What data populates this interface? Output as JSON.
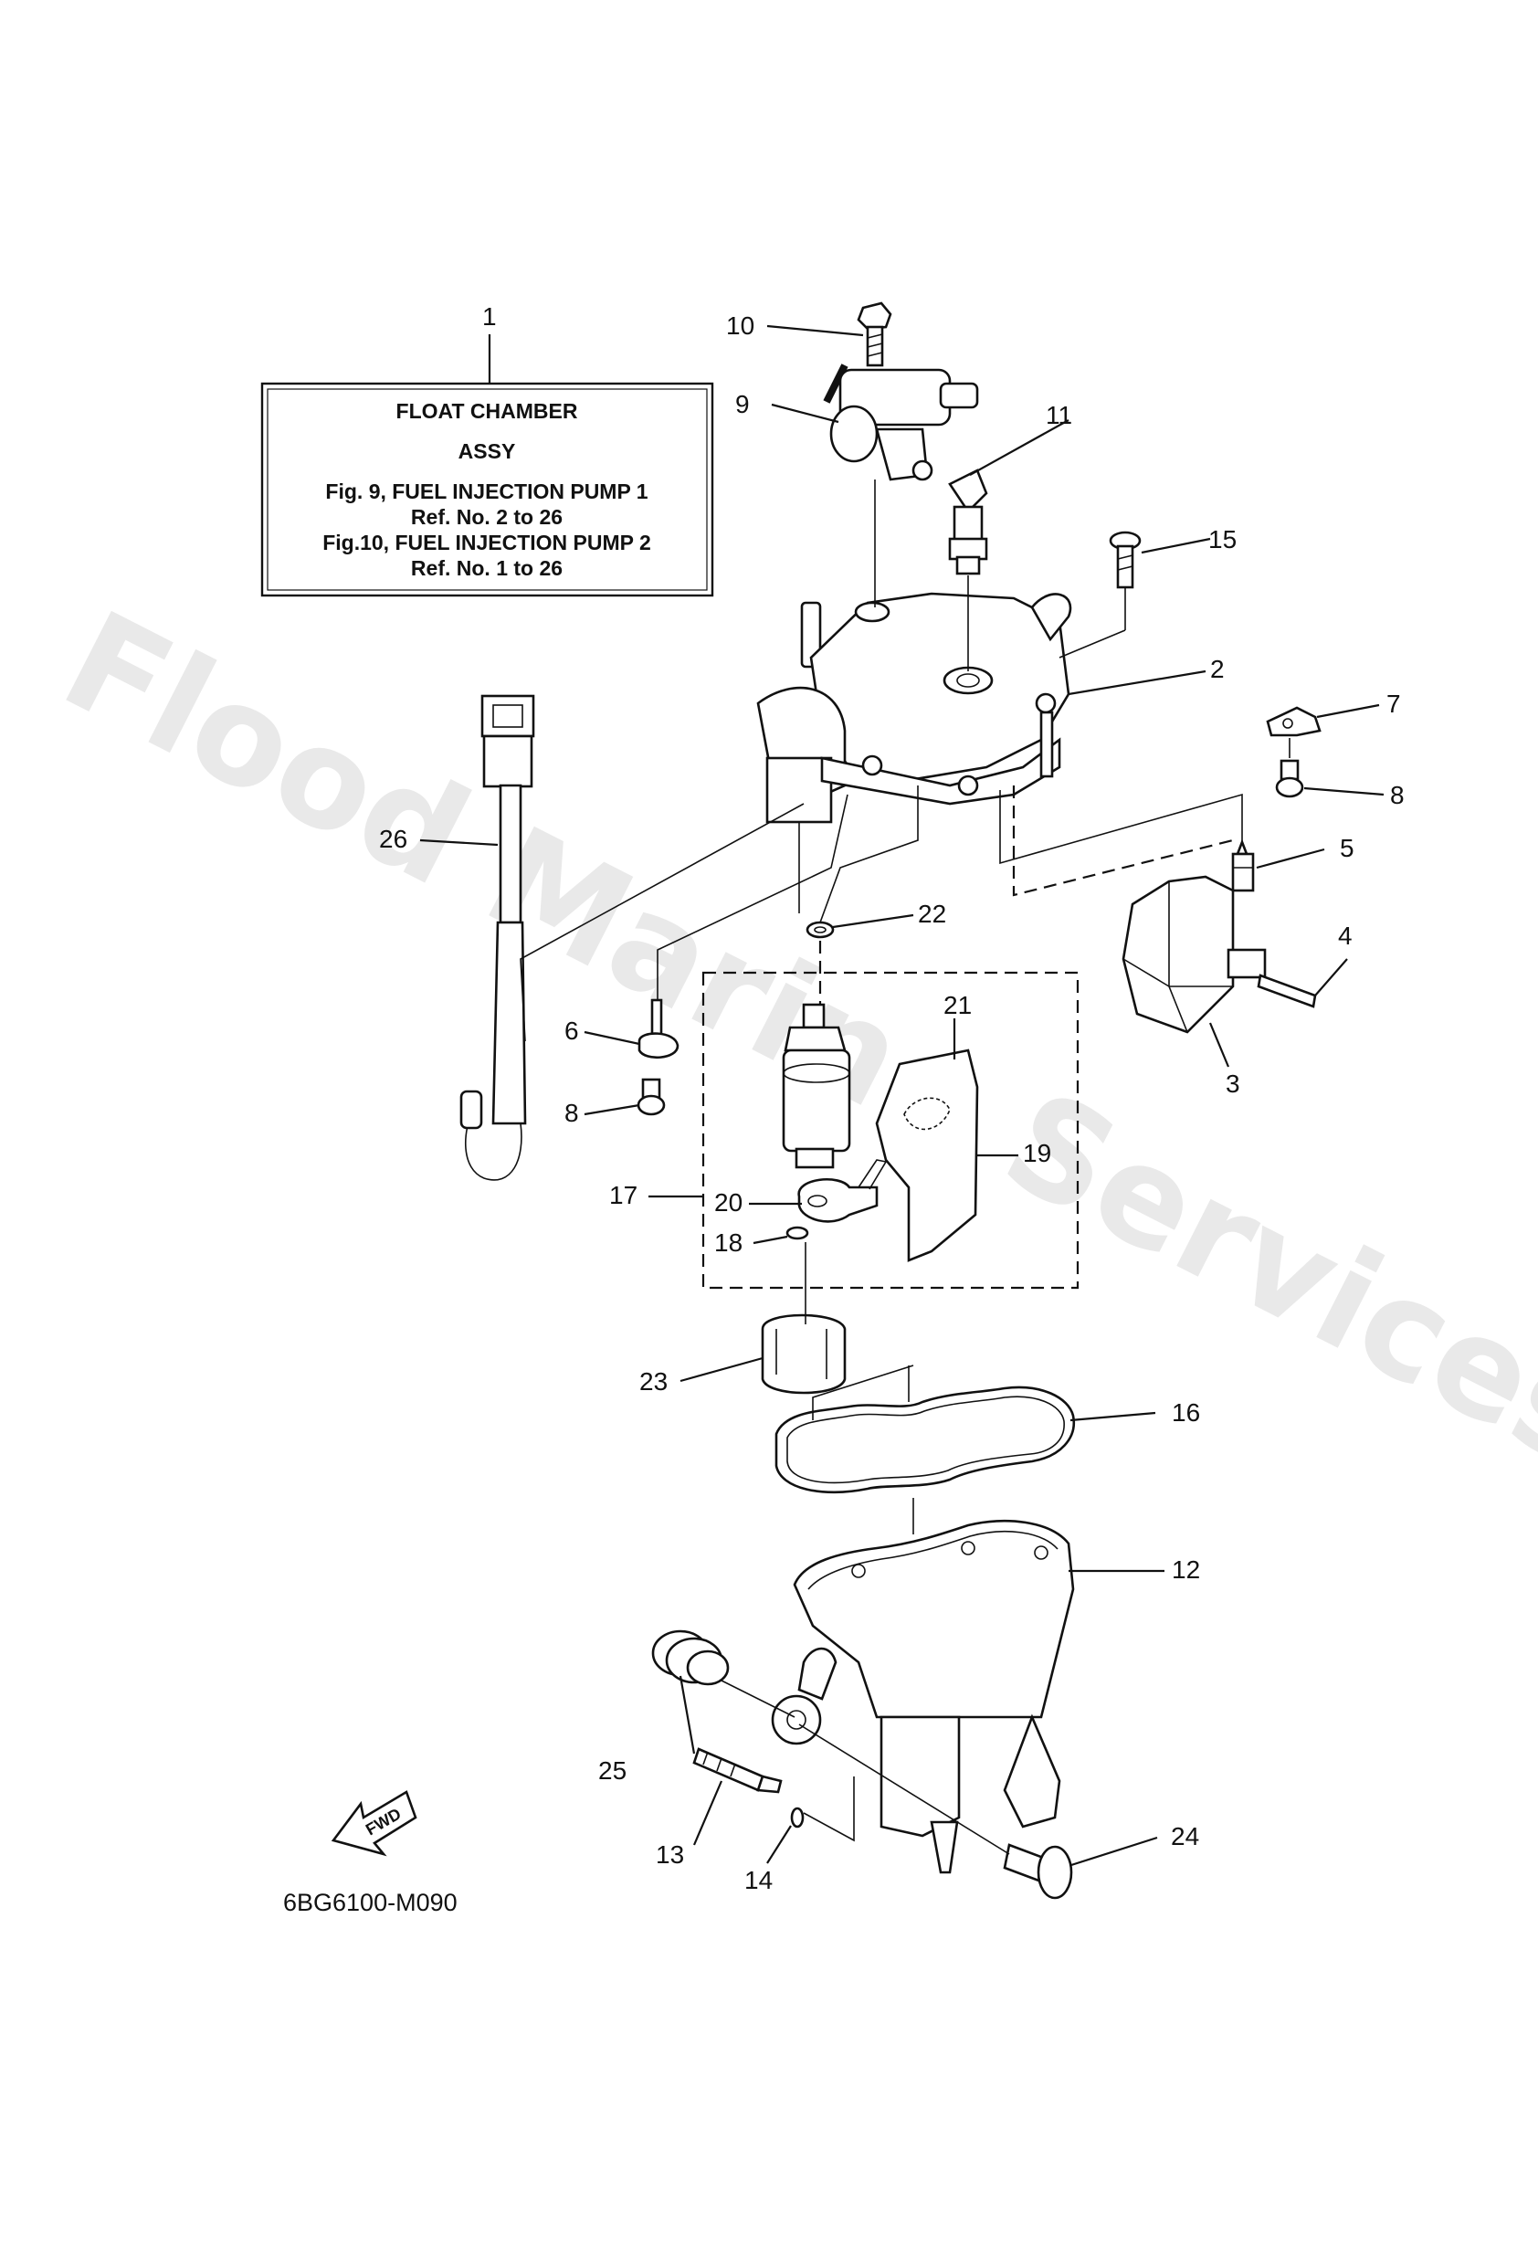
{
  "watermark": "Flood Marine Services",
  "info_box": {
    "ref_number": "1",
    "line1": "FLOAT CHAMBER",
    "line2": "ASSY",
    "line3": "Fig. 9, FUEL INJECTION PUMP 1",
    "line4": "Ref. No. 2 to 26",
    "line5": "Fig.10, FUEL INJECTION PUMP 2",
    "line6": "Ref. No. 1 to 26"
  },
  "direction_label": "FWD",
  "diagram_code": "6BG6100-M090",
  "callouts": {
    "c2": "2",
    "c3": "3",
    "c4": "4",
    "c5": "5",
    "c6": "6",
    "c7": "7",
    "c8a": "8",
    "c8b": "8",
    "c9": "9",
    "c10": "10",
    "c11": "11",
    "c12": "12",
    "c13": "13",
    "c14": "14",
    "c15": "15",
    "c16": "16",
    "c17": "17",
    "c18": "18",
    "c19": "19",
    "c20": "20",
    "c21": "21",
    "c22": "22",
    "c23": "23",
    "c24": "24",
    "c25": "25",
    "c26": "26"
  }
}
